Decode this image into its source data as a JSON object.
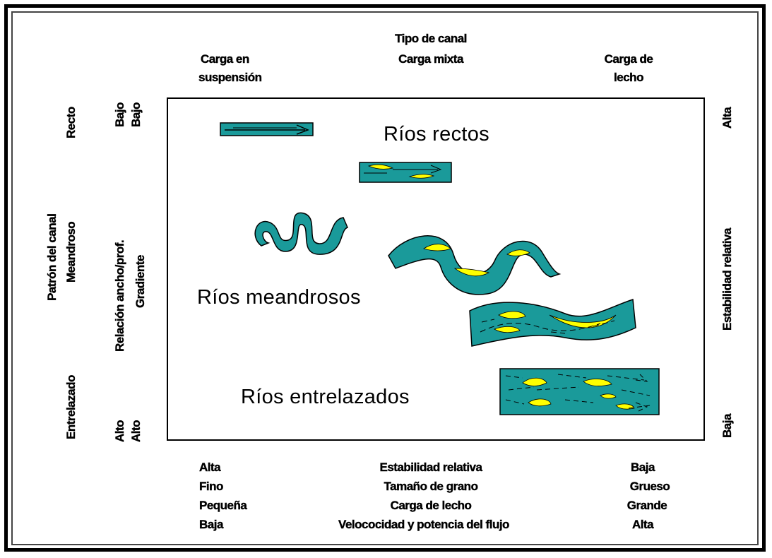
{
  "top": {
    "title": "Tipo de canal",
    "left_line1": "Carga en",
    "left_line2": "suspensión",
    "center": "Carga mixta",
    "right_line1": "Carga de",
    "right_line2": "lecho"
  },
  "left": {
    "pattern_recto": "Recto",
    "pattern_title": "Patrón del canal",
    "pattern_meandroso": "Meandroso",
    "pattern_entrelazado": "Entrelazado",
    "bajo_1": "Bajo",
    "bajo_2": "Bajo",
    "ratio_label": "Relación ancho/prof.",
    "gradient_label": "Gradiente",
    "alto_1": "Alto",
    "alto_2": "Alto"
  },
  "right": {
    "top": "Alta",
    "middle": "Estabilidad relativa",
    "bottom": "Baja"
  },
  "inside": {
    "rectos": "Ríos rectos",
    "meandrosos": "Ríos meandrosos",
    "entrelazados": "Ríos entrelazados"
  },
  "bottom": {
    "rows": [
      {
        "left": "Alta",
        "center": "Estabilidad relativa",
        "right": "Baja"
      },
      {
        "left": "Fino",
        "center": "Tamaño de grano",
        "right": "Grueso"
      },
      {
        "left": "Pequeña",
        "center": "Carga de lecho",
        "right": "Grande"
      },
      {
        "left": "Baja",
        "center": "Velococidad y potencia del flujo",
        "right": "Alta"
      }
    ]
  },
  "colors": {
    "channel": "#1a9a9a",
    "bar": "#ffff00",
    "outline": "#000000"
  }
}
